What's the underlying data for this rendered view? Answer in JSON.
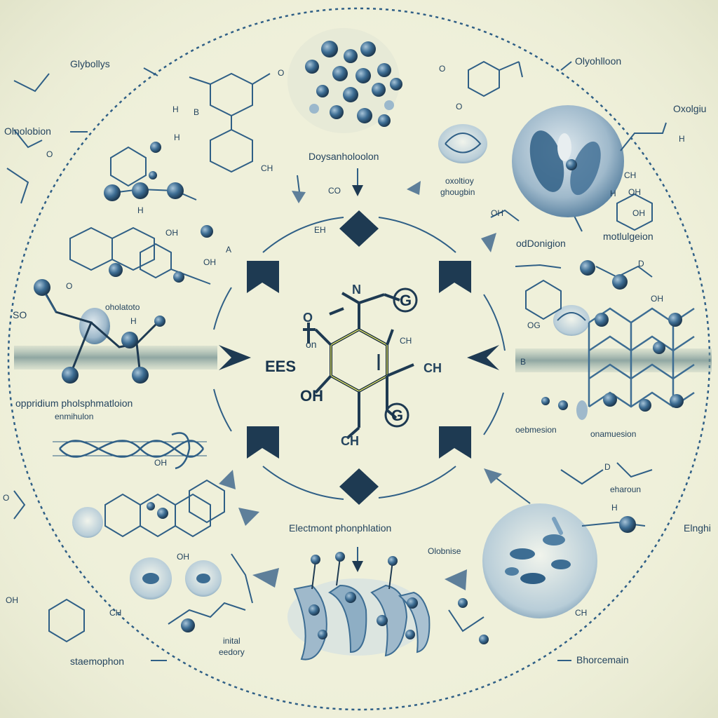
{
  "title": "Doysanholoolon",
  "labels": {
    "glycolysis": "Glybollys",
    "oxyholloon": "Olyohlloon",
    "oxolgiu": "Oxolgiu",
    "olnolobion": "Olnolobion",
    "oxoltioy_line1": "oxoltioy",
    "oxoltioy_line2": "ghougbin",
    "odbonigion": "odDonigion",
    "motlulgeion": "motlulgeion",
    "oholatoto": "oholatoto",
    "oxidative_phos": "oppridium pholsphmatloion",
    "enmihulon": "enmihulon",
    "oebmesion": "oebmesion",
    "onamuesion": "onamuesion",
    "electron_phos": "Electmont phonphlation",
    "olobnise": "Olobnise",
    "eharoun": "eharoun",
    "elnghi": "Elnghi",
    "stamophon": "staemophon",
    "intual_line1": "inital",
    "intual_line2": "eedory",
    "bhorcemain": "Bhorcemain"
  },
  "chem": {
    "center_n": "N",
    "center_g_top": "G",
    "center_g_bottom": "G",
    "center_o": "O",
    "center_on": "on",
    "center_ees": "EES",
    "center_ch": "CH",
    "center_oh": "OH",
    "center_ch2": "CH",
    "center_ch3": "CH",
    "eh": "EH",
    "oh_a": "OH",
    "oh_b": "OH",
    "oh_c": "OH",
    "oh_d": "OH",
    "oh_e": "OH",
    "oh_f": "OH",
    "ch_a": "CH",
    "ch_b": "CH",
    "ch_c": "CH",
    "ch_d": "CH",
    "h_a": "H",
    "h_b": "H",
    "h_c": "H",
    "h_d": "H",
    "h_e": "H",
    "h_f": "H",
    "h_g": "H",
    "o_a": "O",
    "o_b": "O",
    "o_c": "O",
    "o_d": "O",
    "o_e": "O",
    "o_f": "O",
    "b_a": "B",
    "b_b": "B",
    "so": "SO",
    "co": "CO",
    "oa": "A",
    "d_a": "D",
    "d_b": "D",
    "ohh": "OH",
    "ohl": "OH",
    "ohi": "OH",
    "ogi": "OG"
  },
  "colors": {
    "background": "#eff0da",
    "ink": "#1e3a52",
    "accent": "#2f5f86",
    "bead": "#3d6d93",
    "bead_light": "#7aa1bf"
  }
}
